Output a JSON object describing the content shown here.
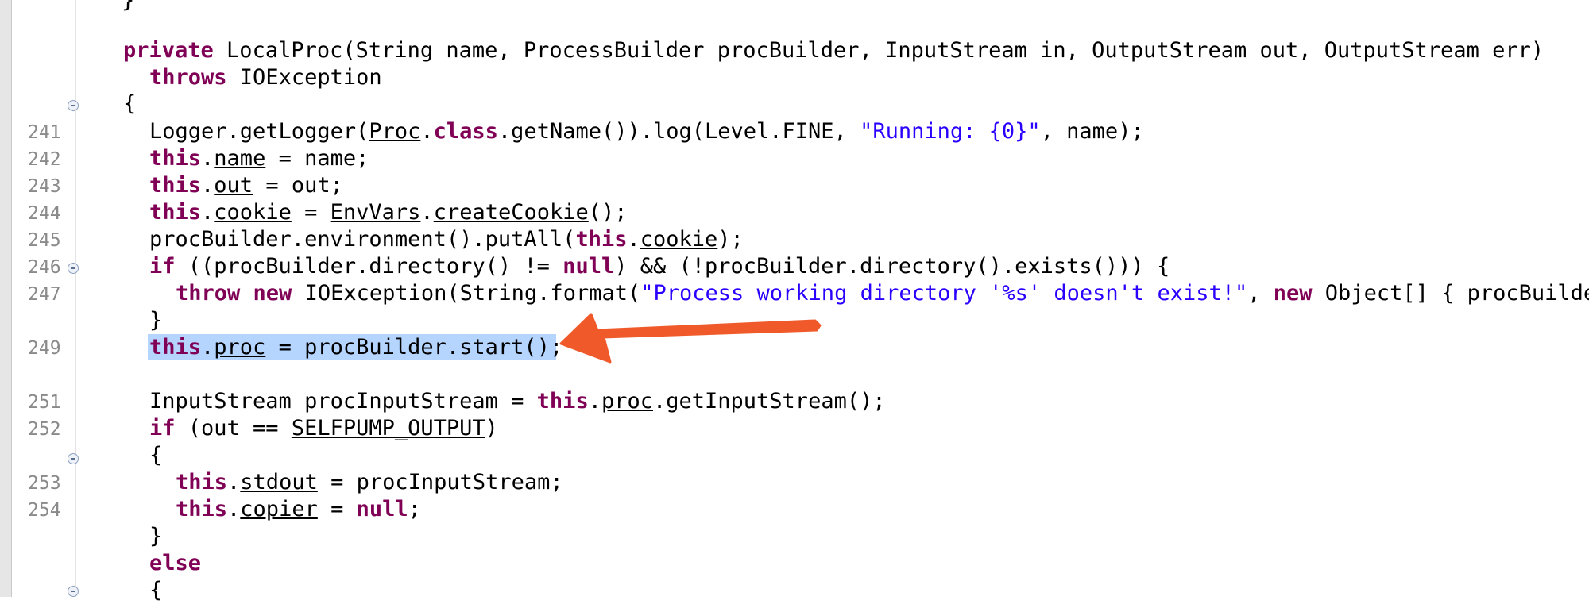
{
  "editor": {
    "colors": {
      "keyword": "#7f0055",
      "string": "#2a00ff",
      "selection": "#b5d5ff",
      "arrow": "#f05a2a"
    },
    "line_numbers": [
      "241",
      "242",
      "243",
      "244",
      "245",
      "246",
      "247",
      "249",
      "251",
      "252",
      "253",
      "254"
    ],
    "code": {
      "top_brace": "}",
      "sig_kw": "private",
      "sig_rest": " LocalProc(String name, ProcessBuilder procBuilder, InputStream in, OutputStream out, OutputStream err)",
      "throws_kw": "throws",
      "throws_rest": " IOException",
      "open_brace": "{",
      "l241_a": "Logger.getLogger(",
      "l241_proc": "Proc",
      "l241_dot": ".",
      "l241_class": "class",
      "l241_b": ".getName()).log(Level.FINE, ",
      "l241_str": "\"Running: {0}\"",
      "l241_c": ", name);",
      "this_kw": "this",
      "dot": ".",
      "l242_field": "name",
      "l242_rest": " = name;",
      "l243_field": "out",
      "l243_rest": " = out;",
      "l244_field": "cookie",
      "l244_eq": " = ",
      "l244_envvars": "EnvVars",
      "l244_create": "createCookie",
      "l244_end": "();",
      "l245_a": "procBuilder.environment().putAll(",
      "l245_field": "cookie",
      "l245_end": ");",
      "if_kw": "if",
      "l246_a": " ((procBuilder.directory() != ",
      "null_kw": "null",
      "l246_b": ") && (!procBuilder.directory().exists())) {",
      "throw_kw": "throw",
      "new_kw": "new",
      "l247_a": " IOException(String.format(",
      "l247_str": "\"Process working directory '%s' doesn't exist!\"",
      "l247_b": ", ",
      "l247_c": " Object[] { procBuilder",
      "close_brace": "}",
      "l249_field": "proc",
      "l249_rest": " = procBuilder.start();",
      "l251_a": "InputStream procInputStream = ",
      "l251_field": "proc",
      "l251_b": ".getInputStream();",
      "l252_a": " (out == ",
      "l252_const": "SELFPUMP_OUTPUT",
      "l252_b": ")",
      "l253_field": "stdout",
      "l253_rest": " = procInputStream;",
      "l254_field": "copier",
      "l254_eq": " = ",
      "l254_end": ";",
      "else_kw": "else"
    }
  }
}
